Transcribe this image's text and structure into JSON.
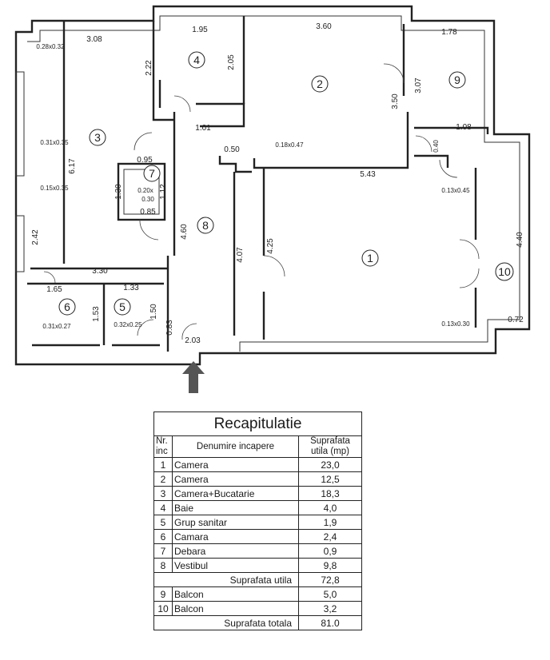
{
  "plan": {
    "rooms": [
      {
        "n": "1"
      },
      {
        "n": "2"
      },
      {
        "n": "3"
      },
      {
        "n": "4"
      },
      {
        "n": "5"
      },
      {
        "n": "6"
      },
      {
        "n": "7"
      },
      {
        "n": "8"
      },
      {
        "n": "9"
      },
      {
        "n": "10"
      }
    ],
    "dimensions": [
      "3.08",
      "1.95",
      "3.60",
      "1.78",
      "0.28x0.32",
      "2.22",
      "2.05",
      "3.50",
      "3.07",
      "1.01",
      "0.50",
      "0.18x0.47",
      "1.08",
      "0.40",
      "0.31x0.35",
      "6.17",
      "0.95",
      "0.15x0.35",
      "1.30",
      "0.20x",
      "0.30",
      "1.12",
      "0.85",
      "5.43",
      "0.13x0.45",
      "2.42",
      "4.60",
      "4.07",
      "4.25",
      "4.40",
      "3.30",
      "1.65",
      "1.33",
      "1.53",
      "1.50",
      "0.31x0.27",
      "0.32x0.25",
      "0.83",
      "2.03",
      "0.13x0.30",
      "0.72"
    ]
  },
  "summary": {
    "title": "Recapitulatie",
    "headers": {
      "nr": "Nr. inc",
      "name": "Denumire incapere",
      "area": "Suprafata utila (mp)"
    },
    "rows": [
      {
        "nr": "1",
        "name": "Camera",
        "area": "23,0"
      },
      {
        "nr": "2",
        "name": "Camera",
        "area": "12,5"
      },
      {
        "nr": "3",
        "name": "Camera+Bucatarie",
        "area": "18,3"
      },
      {
        "nr": "4",
        "name": "Baie",
        "area": "4,0"
      },
      {
        "nr": "5",
        "name": "Grup sanitar",
        "area": "1,9"
      },
      {
        "nr": "6",
        "name": "Camara",
        "area": "2,4"
      },
      {
        "nr": "7",
        "name": "Debara",
        "area": "0,9"
      },
      {
        "nr": "8",
        "name": "Vestibul",
        "area": "9,8"
      }
    ],
    "subtotal": {
      "label": "Suprafata utila",
      "area": "72,8"
    },
    "balconies": [
      {
        "nr": "9",
        "name": "Balcon",
        "area": "5,0"
      },
      {
        "nr": "10",
        "name": "Balcon",
        "area": "3,2"
      }
    ],
    "total": {
      "label": "Suprafata totala",
      "area": "81.0"
    }
  }
}
